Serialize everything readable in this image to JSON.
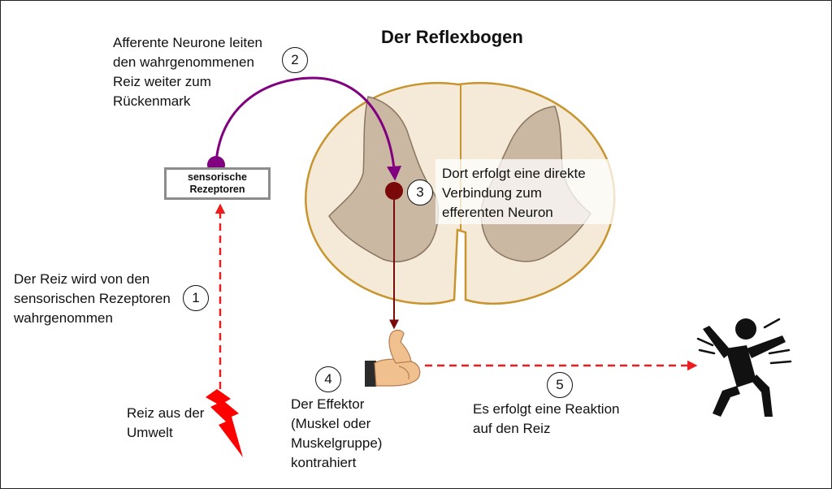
{
  "title": "Der Reflexbogen",
  "receptor_box": "sensorische\nRezeptoren",
  "steps": [
    {
      "number": "1",
      "text": "Der Reiz wird von den\nsensorischen Rezeptoren\nwahrgenommen"
    },
    {
      "number": "2",
      "text": "Afferente Neurone leiten\nden wahrgenommenen\nReiz weiter zum\nRückenmark"
    },
    {
      "number": "3",
      "text": "Dort erfolgt eine direkte\nVerbindung zum\nefferenten Neuron"
    },
    {
      "number": "4",
      "text": "Der Effektor\n(Muskel oder\nMuskelgruppe)\nkontrahiert"
    },
    {
      "number": "5",
      "text": "Es erfolgt eine Reaktion\nauf den Reiz"
    }
  ],
  "stimulus_label": "Reiz aus der\nUmwelt",
  "icons": [
    "lightning-bolt-icon",
    "flexed-arm-muscle-icon",
    "shocked-person-icon"
  ],
  "colors": {
    "afferent": "#800080",
    "efferent": "#7a0a0a",
    "stimulus": "#ff0000",
    "dashed_arrows": "#ee1c1c",
    "spinal_cord_fill": "#f4ead7",
    "spinal_cord_outline": "#c8942e",
    "grey_matter": "#cbb8a2",
    "grey_matter_outline": "#8a7560"
  }
}
